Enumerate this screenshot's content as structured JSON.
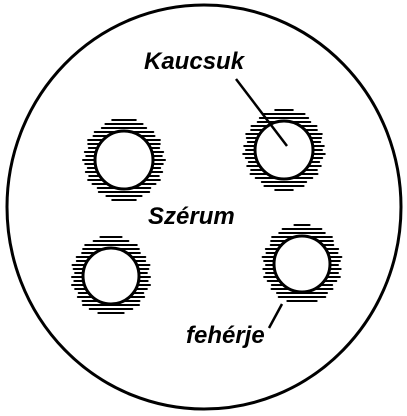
{
  "labels": {
    "rubber": "Kaucsuk",
    "serum": "Szérum",
    "protein": "fehérje"
  },
  "colors": {
    "ink": "#000000",
    "background": "#ffffff"
  }
}
